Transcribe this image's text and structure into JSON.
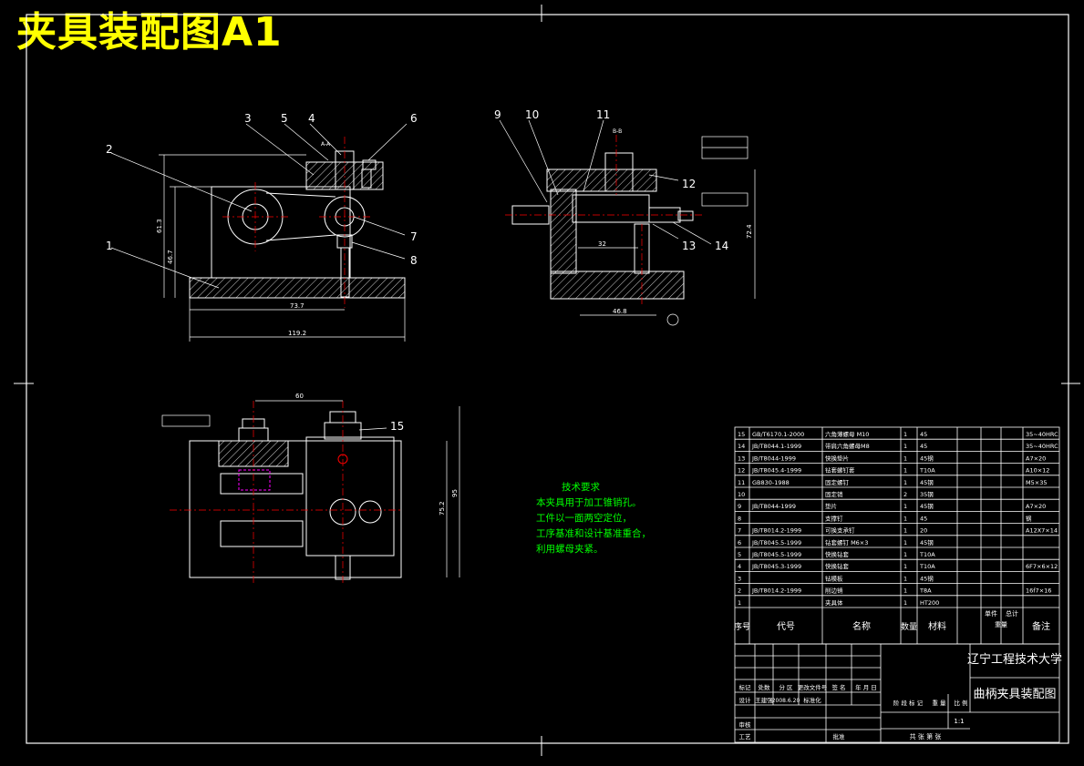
{
  "sheet_title": "夹具装配图A1",
  "technical_requirements": {
    "heading": "技术要求",
    "lines": [
      "本夹具用于加工锥销孔。",
      "工件以一面两空定位，",
      "工序基准和设计基准重合，",
      "利用螺母夹紧。"
    ]
  },
  "balloons": {
    "front_view": [
      "3",
      "5",
      "4",
      "6",
      "2",
      "7",
      "8",
      "1"
    ],
    "side_view": [
      "9",
      "10",
      "11",
      "12",
      "13",
      "14"
    ],
    "top_view": [
      "15"
    ]
  },
  "dimensions": {
    "front_height_1": "61.3",
    "front_height_2": "46.7",
    "front_width_1": "73.7",
    "front_width_2": "119.2",
    "section_label": "A-A",
    "side_section_label": "B-B",
    "side_height": "72.4",
    "side_width": "46.8",
    "side_small": "32",
    "top_width": "60",
    "top_height_1": "75.2",
    "top_height_2": "95"
  },
  "bom": {
    "rows": [
      {
        "no": "15",
        "code": "GB/T6170.1-2000",
        "name": "六角薄螺母 M10",
        "qty": "1",
        "material": "45",
        "note": "35~40HRC"
      },
      {
        "no": "14",
        "code": "JB/T8044.1-1999",
        "name": "带肩六角螺母M8",
        "qty": "1",
        "material": "45",
        "note": "35~40HRC"
      },
      {
        "no": "13",
        "code": "JB/T8044-1999",
        "name": "快换垫片",
        "qty": "1",
        "material": "45钢",
        "note": "A7×20"
      },
      {
        "no": "12",
        "code": "JB/T8045.4-1999",
        "name": "钻套螺钉套",
        "qty": "1",
        "material": "T10A",
        "note": "A10×12"
      },
      {
        "no": "11",
        "code": "GB830-1988",
        "name": "固定螺钉",
        "qty": "1",
        "material": "45钢",
        "note": "M5×35"
      },
      {
        "no": "10",
        "code": "",
        "name": "固定销",
        "qty": "2",
        "material": "35钢",
        "note": ""
      },
      {
        "no": "9",
        "code": "JB/T8044-1999",
        "name": "垫片",
        "qty": "1",
        "material": "45钢",
        "note": "A7×20"
      },
      {
        "no": "8",
        "code": "",
        "name": "支撑钉",
        "qty": "1",
        "material": "45",
        "note": "钢"
      },
      {
        "no": "7",
        "code": "JB/T8014.2-1999",
        "name": "可换支承钉",
        "qty": "1",
        "material": "20",
        "note": "A12X7×14"
      },
      {
        "no": "6",
        "code": "JB/T8045.5-1999",
        "name": "钻套螺钉 M6×3",
        "qty": "1",
        "material": "45钢",
        "note": ""
      },
      {
        "no": "5",
        "code": "JB/T8045.5-1999",
        "name": "快换钻套",
        "qty": "1",
        "material": "T10A",
        "note": ""
      },
      {
        "no": "4",
        "code": "JB/T8045.3-1999",
        "name": "快换钻套",
        "qty": "1",
        "material": "T10A",
        "note": "6F7×6×12"
      },
      {
        "no": "3",
        "code": "",
        "name": "钻模板",
        "qty": "1",
        "material": "45钢",
        "note": ""
      },
      {
        "no": "2",
        "code": "JB/T8014.2-1999",
        "name": "削边销",
        "qty": "1",
        "material": "T8A",
        "note": "16f7×16"
      },
      {
        "no": "1",
        "code": "",
        "name": "夹具体",
        "qty": "1",
        "material": "HT200",
        "note": ""
      }
    ],
    "header": {
      "no": "序号",
      "code": "代号",
      "name": "名称",
      "qty": "数量",
      "material": "材料",
      "unit_weight": "单件",
      "total_weight": "总计",
      "weight": "重量",
      "note": "备注"
    }
  },
  "title_block": {
    "university": "辽宁工程技术大学",
    "drawing_name": "曲柄夹具装配图",
    "labels": [
      "标记",
      "处数",
      "分 区",
      "更改文件号",
      "签 名",
      "年 月 日"
    ],
    "design_label": "设计",
    "designer": "王建强",
    "date": "2008.6.20",
    "standardize_label": "标准化",
    "review_label": "审核",
    "process_label": "工艺",
    "approve_label": "批准",
    "stage_labels": [
      "阶 段 标 记",
      "重 量",
      "比 例"
    ],
    "scale": "1:1",
    "sheets_label": "共  张  第  张"
  },
  "colors": {
    "background": "#000000",
    "outline": "#ffffff",
    "center_line": "#ff0000",
    "dimension": "#ffffff",
    "tech_text": "#00ff00",
    "title_text": "#ffff00",
    "hatch": "#ffffff"
  }
}
